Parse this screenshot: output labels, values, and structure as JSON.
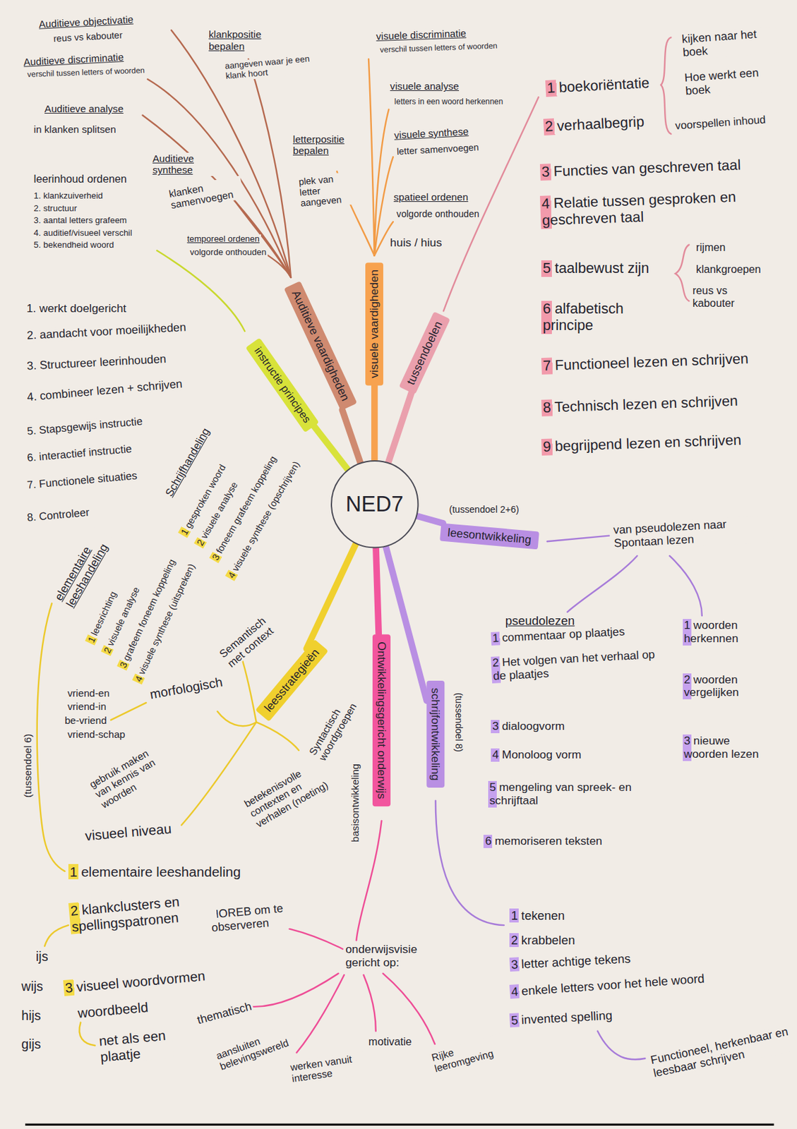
{
  "diagram": {
    "nodes": [
      {
        "text": [
          "NED7"
        ]
      },
      {
        "text": [
          "Auditieve vaardigheden"
        ]
      },
      {
        "text": [
          "visuele vaardigheden"
        ]
      },
      {
        "text": [
          "tussendoelen"
        ]
      },
      {
        "text": [
          "leesontwikkeling"
        ]
      },
      {
        "text": [
          "schrijfontwikkeling"
        ]
      },
      {
        "text": [
          "Ontwikkelingsgericht onderwijs"
        ]
      },
      {
        "text": [
          "leesstrategieën"
        ]
      },
      {
        "text": [
          "instructie principes"
        ]
      }
    ],
    "edges": [
      {
        "from": 0,
        "to": 1,
        "arrow": "none"
      },
      {
        "from": 0,
        "to": 2,
        "arrow": "none"
      },
      {
        "from": 0,
        "to": 3,
        "arrow": "none"
      },
      {
        "from": 0,
        "to": 4,
        "arrow": "none"
      },
      {
        "from": 0,
        "to": 5,
        "arrow": "none"
      },
      {
        "from": 0,
        "to": 6,
        "arrow": "none"
      },
      {
        "from": 0,
        "to": 7,
        "arrow": "none"
      },
      {
        "from": 0,
        "to": 8,
        "arrow": "none"
      }
    ],
    "labels": [
      "Auditieve objectivatie",
      "reus vs kabouter",
      "Auditieve discriminatie",
      "verschil tussen letters of woorden",
      "Auditieve analyse",
      "in klanken splitsen",
      "klankpositie bepalen",
      "aangeven waar je een klank hoort",
      "Auditieve synthese",
      "klanken samenvoegen",
      "temporeel ordenen",
      "volgorde onthouden",
      "leerinhoud ordenen",
      "1. klankzuiverheid",
      "2. structuur",
      "3. aantal letters grafeem",
      "4. auditief/visueel verschil",
      "5. bekendheid woord",
      "visuele discriminatie",
      "verschil tussen letters of woorden",
      "visuele analyse",
      "letters in een woord herkennen",
      "visuele synthese",
      "letter samenvoegen",
      "letterpositie bepalen",
      "plek van letter aangeven",
      "spatieel ordenen",
      "volgorde onthouden",
      "huis / hius",
      "1 boekoriëntatie",
      "2 verhaalbegrip",
      "kijken naar het boek",
      "Hoe werkt een boek",
      "voorspellen inhoud",
      "3 Functies van geschreven taal",
      "4 Relatie tussen gesproken en geschreven taal",
      "5 taalbewust zijn",
      "rijmen",
      "klankgroepen",
      "reus vs kabouter",
      "6 alfabetisch principe",
      "7 Functioneel lezen en schrijven",
      "8 Technisch lezen en schrijven",
      "9 begrijpend lezen en schrijven",
      "(tussendoel 2+6)",
      "van pseudolezen naar Spontaan lezen",
      "pseudolezen",
      "1 commentaar op plaatjes",
      "2 Het volgen van het verhaal op de plaatjes",
      "3 dialoogvorm",
      "4 Monoloog vorm",
      "5 mengeling van spreek- en schrijftaal",
      "6 memoriseren teksten",
      "1 woorden herkennen",
      "2 woorden vergelijken",
      "3 nieuwe woorden lezen",
      "(tussendoel 8)",
      "1 tekenen",
      "2 krabbelen",
      "3 letter achtige tekens",
      "4 enkele letters voor het hele woord",
      "5 invented spelling",
      "Functioneel, herkenbaar en leesbaar schrijven",
      "betekenisvolle contexten en verhalen (noeting)",
      "basisontwikkeling",
      "HOREB om te observeren",
      "onderwijsvisie gericht op:",
      "thematisch",
      "aansluiten belevingswereld",
      "werken vanuit interesse",
      "motivatie",
      "Rijke leeromgeving",
      "1. werkt doelgericht",
      "2. aandacht voor moeilijkheden",
      "3. Structureer leerinhouden",
      "4. combineer lezen + schrijven",
      "5. Stapsgewijs instructie",
      "6. interactief instructie",
      "7. Functionele situaties",
      "8. Controleer",
      "Schrijfhandeling",
      "1 gesproken woord",
      "2 visuele analyse",
      "3 foneem grafeem koppeling",
      "4 visuele synthese (opschrijven)",
      "elementaire leeshandeling",
      "1 leesrichting",
      "2 visuele analyse",
      "3 grafeem foneem koppeling",
      "4 visuele synthese (uitspreken)",
      "Semantisch met context",
      "Syntactisch woordgroepen",
      "morfologisch",
      "vriend-en",
      "vriend-in",
      "be-vriend",
      "vriend-schap",
      "gebruik maken van kennis van woorden",
      "visueel niveau",
      "(tussendoel 6)",
      "1 elementaire leeshandeling",
      "2 klankclusters en spellingspatronen",
      "ijs",
      "wijs",
      "hijs",
      "gijs",
      "3 visueel woordvormen",
      "woordbeeld",
      "net als een plaatje"
    ]
  }
}
